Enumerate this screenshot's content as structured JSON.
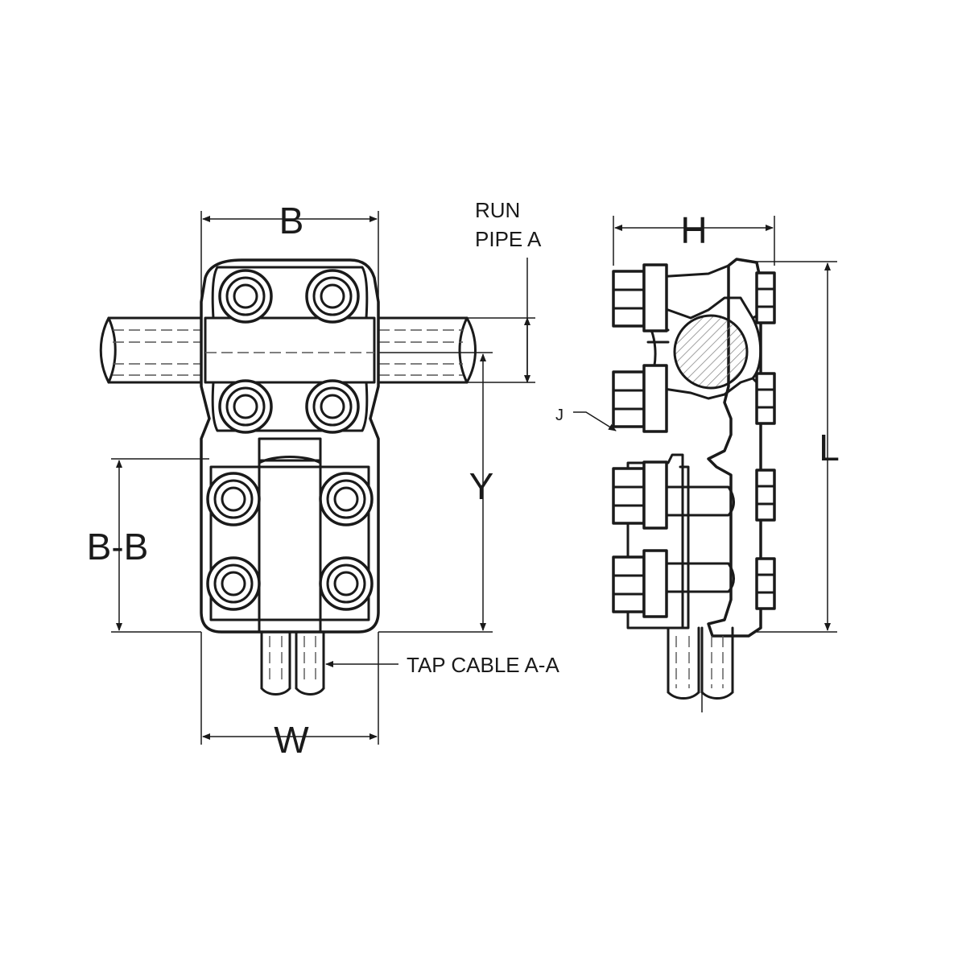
{
  "labels": {
    "b": "B",
    "run_pipe_line1": "RUN",
    "run_pipe_line2": "PIPE A",
    "h": "H",
    "y": "Y",
    "bb": "B-B",
    "l": "L",
    "j": "J",
    "tap_cable": "TAP CABLE A-A",
    "w": "W"
  },
  "colors": {
    "line": "#1a1a1a",
    "background": "#ffffff",
    "hatch": "#8a8a8a"
  }
}
